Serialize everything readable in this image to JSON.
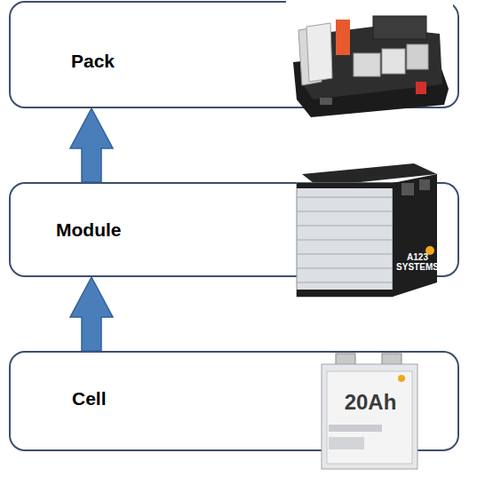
{
  "diagram": {
    "nodes": [
      {
        "text": [
          "Pack"
        ]
      },
      {
        "text": [
          "Module"
        ]
      },
      {
        "text": [
          "Cell"
        ]
      }
    ],
    "edges": [
      {
        "from": 2,
        "to": 1,
        "arrow": "to"
      },
      {
        "from": 1,
        "to": 0,
        "arrow": "to"
      }
    ],
    "labels": [
      "A123 SYSTEMS",
      "20Ah"
    ]
  }
}
